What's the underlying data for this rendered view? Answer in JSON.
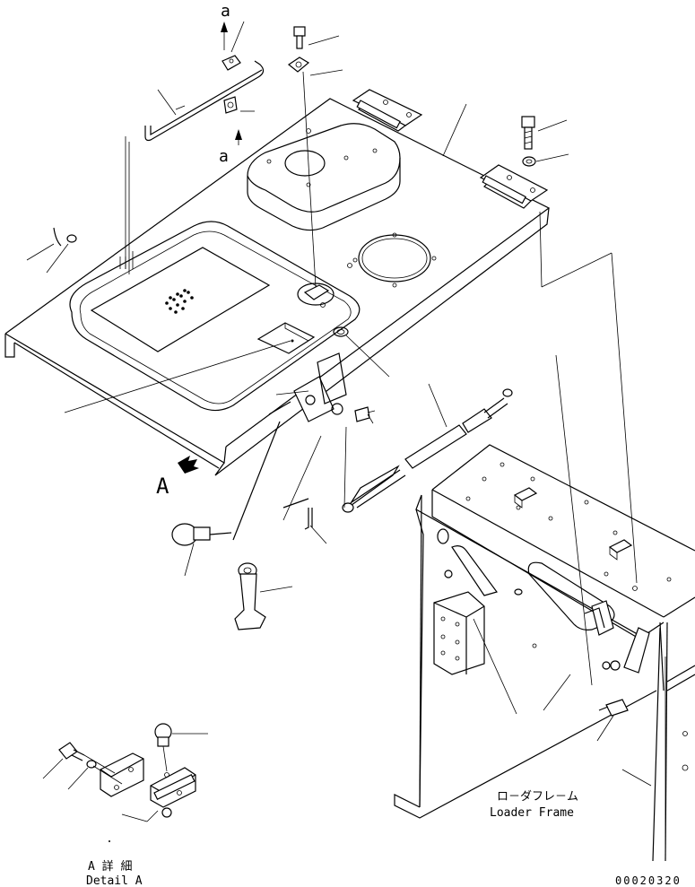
{
  "labels": {
    "arrow_a_top": "a",
    "arrow_a_mid": "a",
    "view_arrow": "A",
    "loader_frame_jp": "ロ－ダフレ－ム",
    "loader_frame_en": "Loader Frame",
    "detail_jp": "A 詳 細",
    "detail_en": "Detail A",
    "drawing_number": "00020320"
  }
}
